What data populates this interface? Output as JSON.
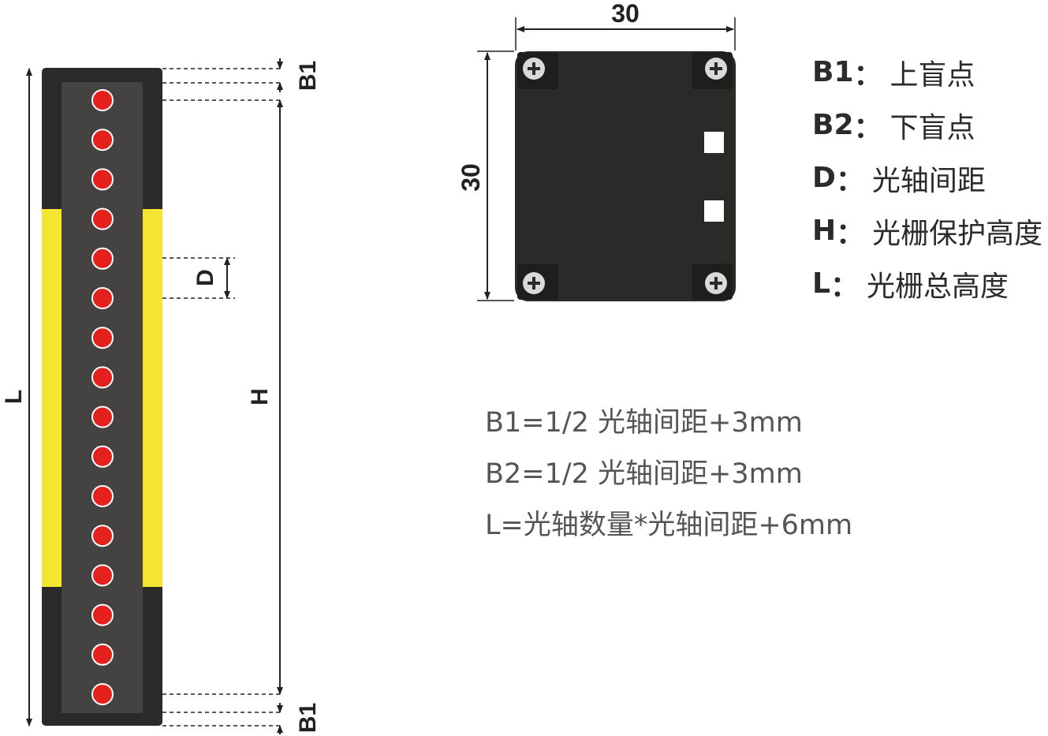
{
  "dimensions": {
    "label_L": "L",
    "label_H": "H",
    "label_D": "D",
    "label_B1_top": "B1",
    "label_B1_bottom": "B1",
    "end_width": "30",
    "end_height": "30"
  },
  "light_curtain": {
    "emitter_count": 16,
    "colors": {
      "housing": "#2b2a29",
      "face": "#444342",
      "band": "#f4e531",
      "emitter": "#e5211d"
    }
  },
  "legend": [
    {
      "key": "B1",
      "sep": "：",
      "desc": "上盲点"
    },
    {
      "key": "B2",
      "sep": "：",
      "desc": "下盲点"
    },
    {
      "key": "D",
      "sep": "：",
      "desc": "光轴间距"
    },
    {
      "key": "H",
      "sep": "：",
      "desc": "光栅保护高度"
    },
    {
      "key": "L",
      "sep": "：",
      "desc": "光栅总高度"
    }
  ],
  "formulas": [
    "B1=1/2 光轴间距+3mm",
    "B2=1/2 光轴间距+3mm",
    "L=光轴数量*光轴间距+6mm"
  ]
}
